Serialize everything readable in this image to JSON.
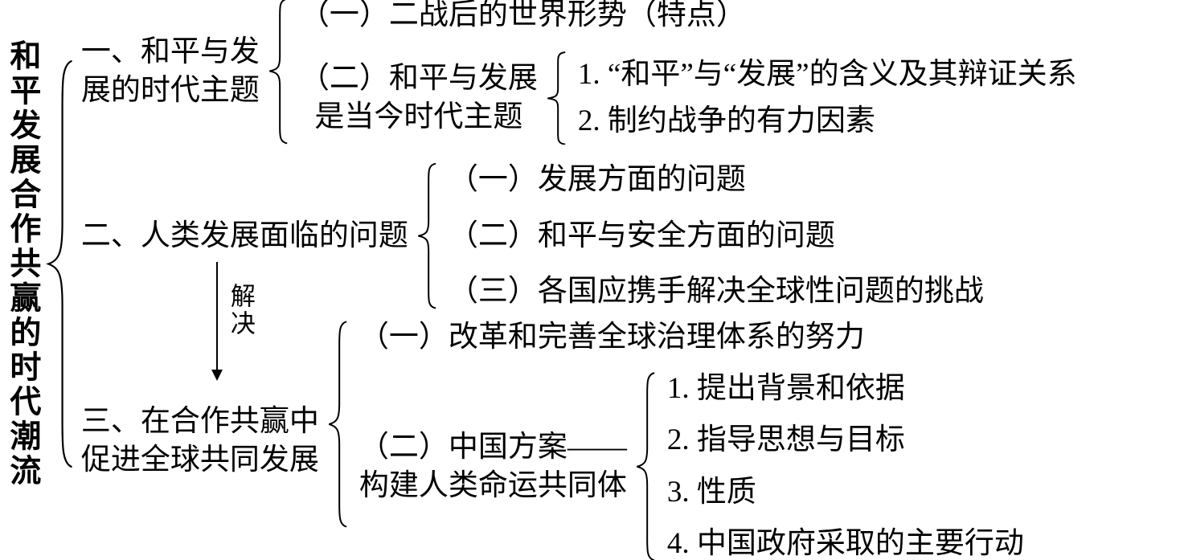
{
  "colors": {
    "background": "#ffffff",
    "ink": "#000000"
  },
  "tree": {
    "root_label": "和平发展合作共赢的时代潮流",
    "connector": {
      "label": "解决"
    },
    "sections": [
      {
        "label": [
          "一、和平与发",
          "展的时代主题"
        ],
        "items": [
          {
            "text": "（一）二战后的世界形势（特点）"
          },
          {
            "label": [
              "（二）和平与发展",
              "是当今时代主题"
            ],
            "items": [
              {
                "text": "1. “和平”与“发展”的含义及其辩证关系"
              },
              {
                "text": "2. 制约战争的有力因素"
              }
            ]
          }
        ]
      },
      {
        "label": [
          "二、人类发展面临的问题"
        ],
        "items": [
          {
            "text": "（一）发展方面的问题"
          },
          {
            "text": "（二）和平与安全方面的问题"
          },
          {
            "text": "（三）各国应携手解决全球性问题的挑战"
          }
        ]
      },
      {
        "label": [
          "三、在合作共赢中",
          "促进全球共同发展"
        ],
        "items": [
          {
            "text": "（一）改革和完善全球治理体系的努力"
          },
          {
            "label": [
              "（二）中国方案——",
              "构建人类命运共同体"
            ],
            "items": [
              {
                "text": "1. 提出背景和依据"
              },
              {
                "text": "2. 指导思想与目标"
              },
              {
                "text": "3. 性质"
              },
              {
                "text": "4. 中国政府采取的主要行动"
              }
            ]
          }
        ]
      }
    ]
  }
}
